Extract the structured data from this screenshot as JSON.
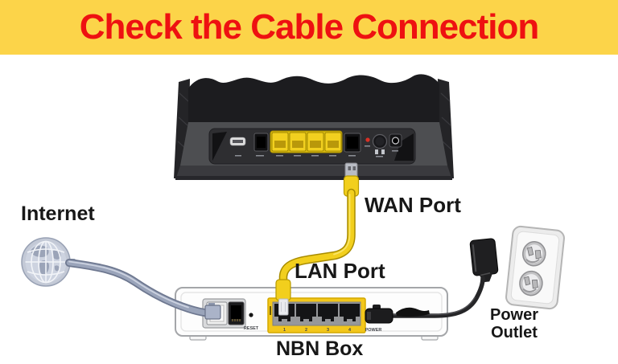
{
  "header": {
    "title": "Check the Cable Connection",
    "bg_color": "#FCD449",
    "text_color": "#EE1111"
  },
  "labels": {
    "internet": "Internet",
    "wan_port": "WAN Port",
    "lan_port": "LAN Port",
    "nbn_box": "NBN Box",
    "power_outlet": "Power Outlet"
  },
  "nbn_box": {
    "reset_label": "RESET",
    "power_label": "POWER",
    "port_numbers": [
      "1",
      "2",
      "3",
      "4"
    ]
  },
  "icons": {
    "internet_globe": "globe-icon",
    "router": "router-rear-panel-illustration",
    "nbn_box": "nbn-box-illustration",
    "power_outlet": "wall-outlet-illustration",
    "wan_cable": "yellow-ethernet-cable",
    "internet_cable": "gray-line-cable",
    "power_cable": "black-power-cable"
  },
  "colors": {
    "banner_yellow": "#FCD449",
    "title_red": "#EE1111",
    "cable_yellow": "#F2CF1D",
    "port_highlight_yellow": "#F3C71B",
    "cable_gray": "#9AA4BA",
    "cable_black": "#262628",
    "router_body": "#1C1C1F",
    "label_text": "#171717"
  }
}
